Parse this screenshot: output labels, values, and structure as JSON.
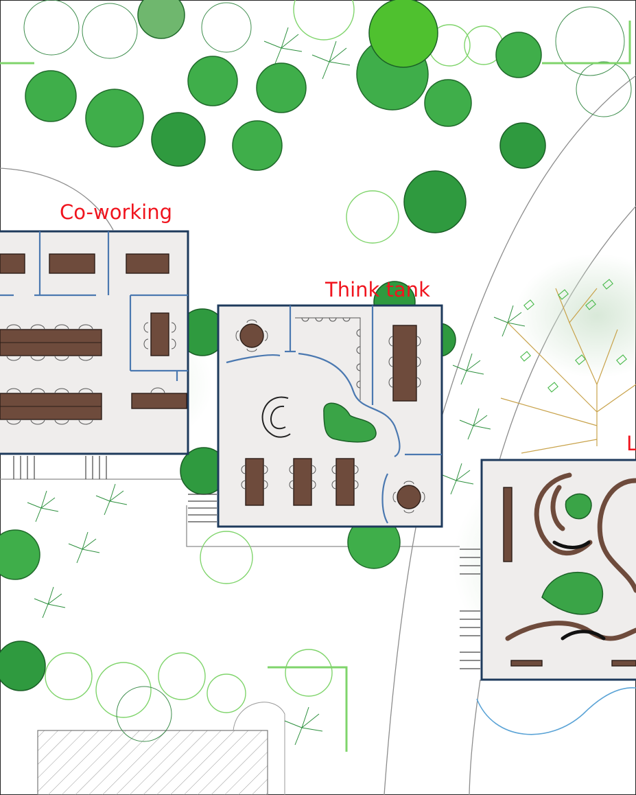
{
  "labels": {
    "coworking": "Co-working",
    "think_tank": "Think tank",
    "lounge_partial": "L"
  },
  "colors": {
    "label_red": "#f0141e",
    "wall_navy": "#1e3a5c",
    "partition_blue": "#4a78b0",
    "floor_grey": "#efedec",
    "furniture_brown": "#6e4b3c",
    "tree_green": "#2f9a3f",
    "pond_blue": "#5aa3d6"
  }
}
